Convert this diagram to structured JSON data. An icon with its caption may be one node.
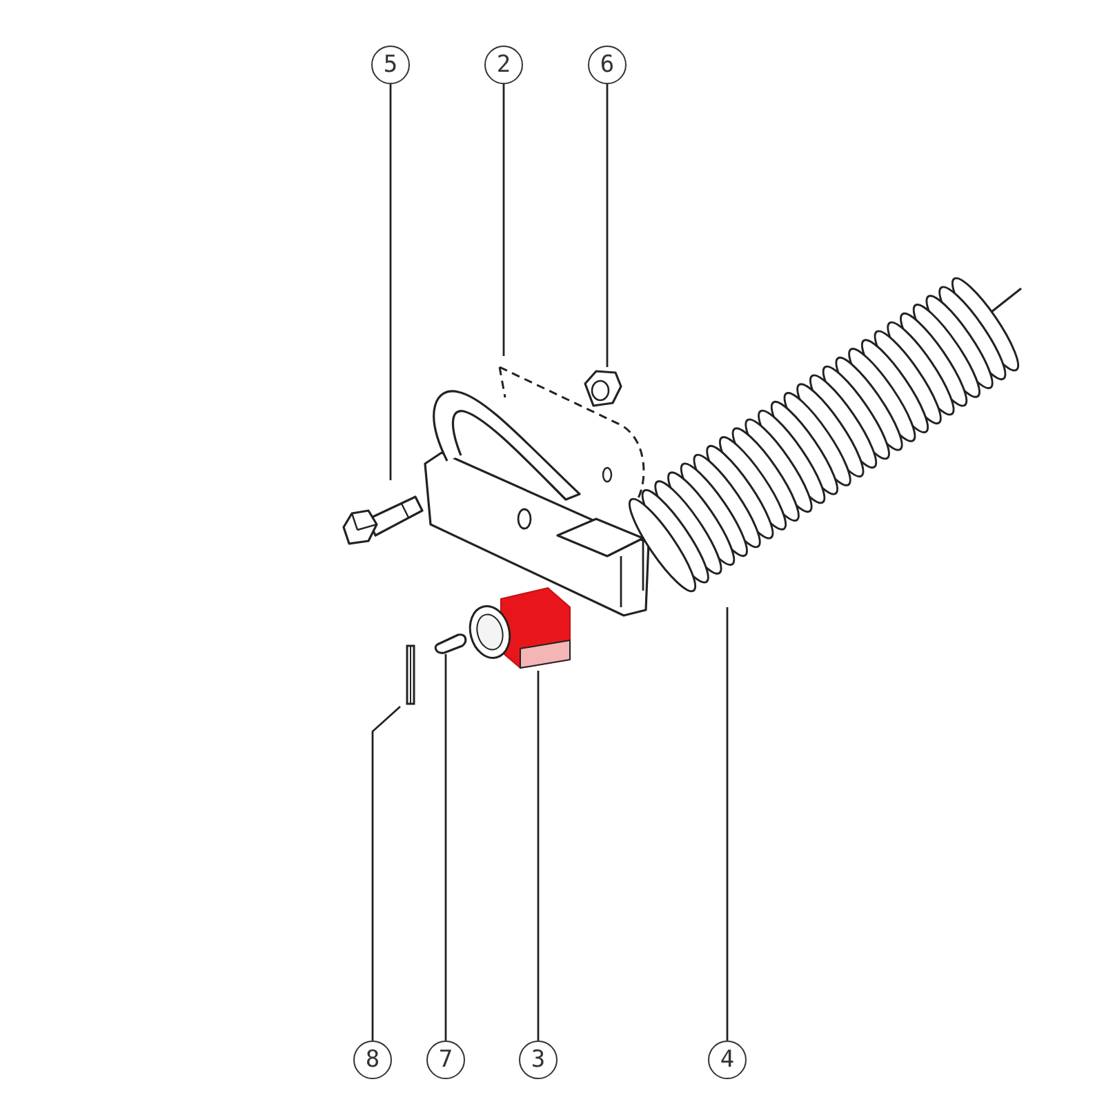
{
  "diagram": {
    "nodes": [
      {
        "text": [
          "5"
        ]
      },
      {
        "text": [
          "2"
        ]
      },
      {
        "text": [
          "6"
        ]
      },
      {
        "text": [
          "8"
        ]
      },
      {
        "text": [
          "7"
        ]
      },
      {
        "text": [
          "3"
        ]
      },
      {
        "text": [
          "4"
        ]
      },
      {
        "text": [],
        "shape": "picture"
      },
      {
        "text": [],
        "shape": "picture"
      },
      {
        "text": [],
        "shape": "picture"
      },
      {
        "text": [],
        "shape": "picture"
      },
      {
        "text": [],
        "shape": "picture"
      },
      {
        "text": [],
        "shape": "picture"
      },
      {
        "text": [],
        "shape": "picture"
      }
    ],
    "edges": [
      {
        "from": 0,
        "to": 7,
        "arrow": "none"
      },
      {
        "from": 1,
        "to": 8,
        "arrow": "none"
      },
      {
        "from": 2,
        "to": 9,
        "arrow": "none"
      },
      {
        "from": 3,
        "to": 13,
        "arrow": "none"
      },
      {
        "from": 4,
        "to": 12,
        "arrow": "none"
      },
      {
        "from": 5,
        "to": 11,
        "arrow": "none"
      },
      {
        "from": 6,
        "to": 10,
        "arrow": "none"
      }
    ]
  }
}
